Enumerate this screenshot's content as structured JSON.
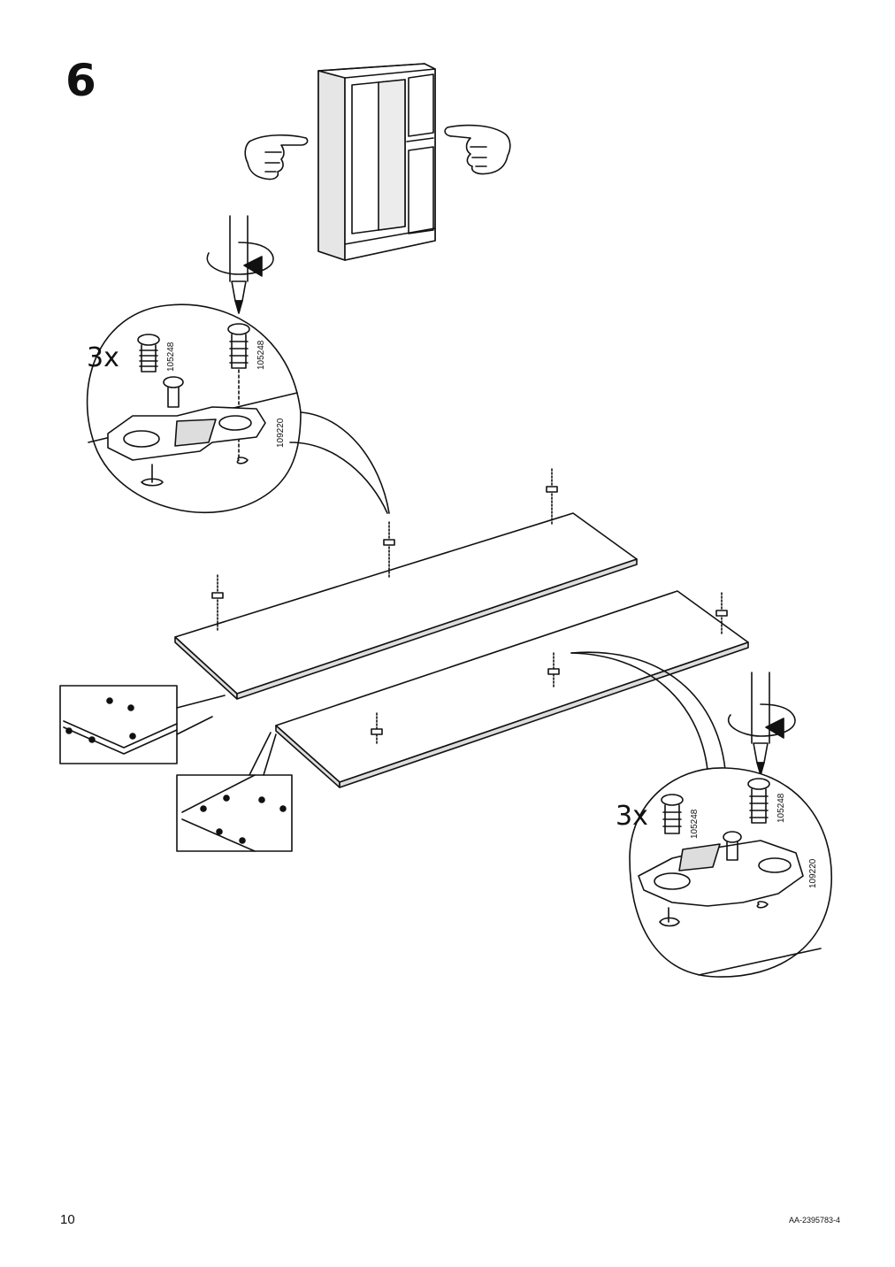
{
  "step": {
    "number": "6"
  },
  "detail_top": {
    "quantity": "3x",
    "screw_part_left": "105248",
    "screw_part_right": "105248",
    "bracket_part": "109220"
  },
  "detail_bottom": {
    "quantity": "3x",
    "screw_part_left": "105248",
    "screw_part_right": "105248",
    "bracket_part": "109220"
  },
  "footer": {
    "page_number": "10",
    "document_code": "AA-2395783-4"
  }
}
